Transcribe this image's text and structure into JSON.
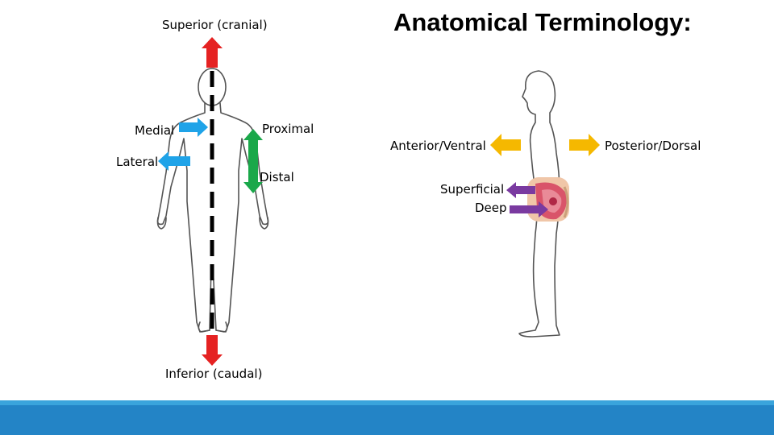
{
  "slide": {
    "title": "Anatomical Terminology:"
  },
  "labels": {
    "superior": "Superior (cranial)",
    "inferior": "Inferior (caudal)",
    "medial": "Medial",
    "lateral": "Lateral",
    "proximal": "Proximal",
    "distal": "Distal",
    "anterior": "Anterior/Ventral",
    "posterior": "Posterior/Dorsal",
    "superficial": "Superficial",
    "deep": "Deep"
  },
  "colors": {
    "superior_inferior_arrows": "#e52222",
    "medial_lateral_arrows": "#1fa3e8",
    "proximal_distal_arrows": "#1aa84a",
    "anterior_posterior_arrows": "#f5b800",
    "superficial_deep_arrows": "#7a3aa0",
    "midline": "#000000",
    "footer_bar": "#2384c6",
    "footer_accent": "#3aa4dc"
  }
}
